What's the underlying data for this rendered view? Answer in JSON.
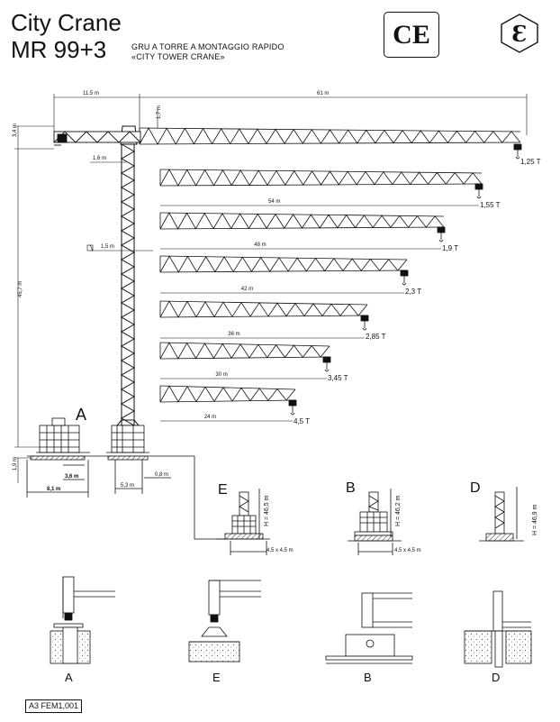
{
  "header": {
    "title_line1": "City Crane",
    "title_line2": "MR 99+3",
    "subtitle_line1": "GRU A TORRE A MONTAGGIO RAPIDO",
    "subtitle_line2": "«CITY TOWER CRANE»",
    "ce_mark": "CE",
    "ex_mark": "Ɛ"
  },
  "top_dims": {
    "counter_jib": "11,5 m",
    "jib": "61 m",
    "jib_height": "1,7 m",
    "top_height": "3,4 m",
    "offset_a": "1,6 m",
    "offset_b": "1,5 m",
    "tower_height": "45,7 m",
    "base_height": "1,9 m"
  },
  "jibs": [
    {
      "reach": "61 m",
      "load": "1,25 T"
    },
    {
      "reach": "54 m",
      "load": "1,55 T"
    },
    {
      "reach": "48 m",
      "load": "1,9 T"
    },
    {
      "reach": "42 m",
      "load": "2,3 T"
    },
    {
      "reach": "36 m",
      "load": "2,85 T"
    },
    {
      "reach": "30 m",
      "load": "3,45 T"
    },
    {
      "reach": "24 m",
      "load": "4,5 T"
    }
  ],
  "base_dims": {
    "ballast_w": "3,6 m",
    "base_w": "8,1 m",
    "chassis_w": "5,3 m",
    "overhang": "0,8 m"
  },
  "variants": {
    "A": {
      "label": "A"
    },
    "E": {
      "label": "E",
      "height": "H = 46,5 m",
      "footprint": "4,5 x 4,5 m"
    },
    "B": {
      "label": "B",
      "height": "H = 46,2 m",
      "footprint": "4,5 x 4,5 m"
    },
    "D": {
      "label": "D",
      "height": "H = 46,9 m"
    }
  },
  "details": [
    "A",
    "E",
    "B",
    "D"
  ],
  "doc_ref": "A3 FEM1,001"
}
